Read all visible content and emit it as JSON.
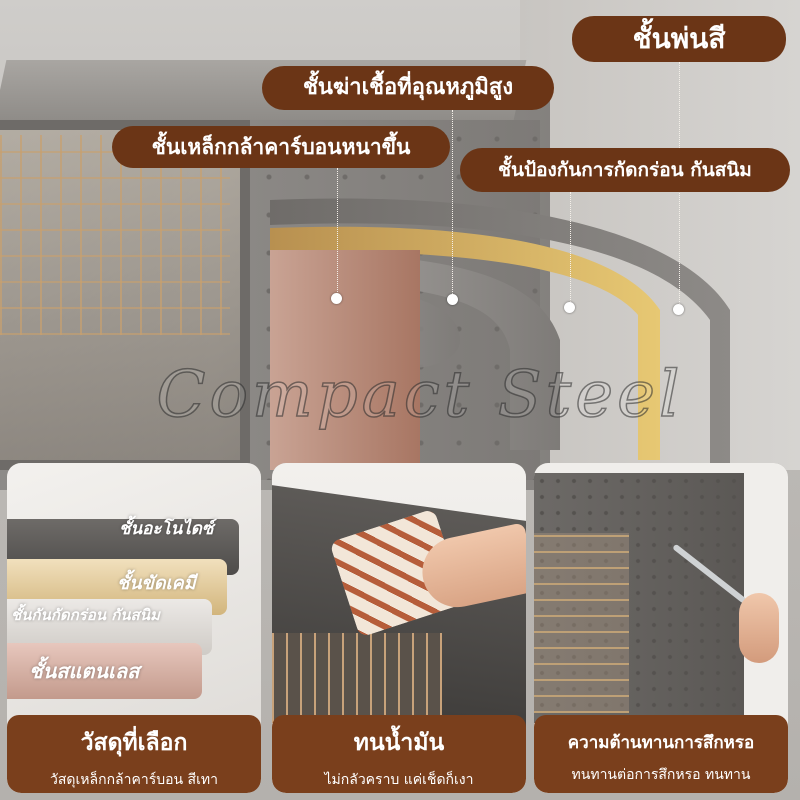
{
  "labels": {
    "paint": "ชั้นพ่นสี",
    "antibacterial": "ชั้นฆ่าเชื้อที่อุณหภูมิสูง",
    "thick_steel": "ชั้นเหล็กกล้าคาร์บอนหนาขึ้น",
    "anti_corrosion": "ชั้นป้องกันการกัดกร่อน กันสนิม"
  },
  "watermark": "Compact Steel",
  "panels": [
    {
      "title": "วัสดุที่เลือก",
      "subtitle": "วัสดุเหล็กกล้าคาร์บอน สีเทา",
      "layers": [
        "ชั้นอะโนไดซ์",
        "ชั้นขัดเคมี",
        "ชั้นกันกัดกร่อน กันสนิม",
        "ชั้นสแตนเลส"
      ]
    },
    {
      "title": "ทนน้ำมัน",
      "subtitle": "ไม่กลัวคราบ แค่เช็ดก็เงา"
    },
    {
      "title": "ความต้านทานการสึกหรอ",
      "subtitle": "ทนทานต่อการสึกหรอ ทนทาน"
    }
  ],
  "colors": {
    "label_brown": "#6b3516",
    "caption_brown": "#7a3f1c",
    "copper": "#b98a76",
    "gold": "#d8b15a",
    "steel_gray": "#8c8986"
  }
}
